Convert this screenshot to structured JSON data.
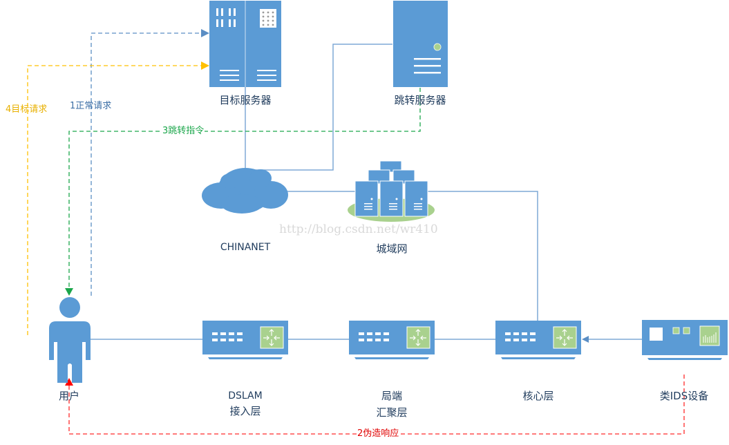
{
  "colors": {
    "device": "#5b9bd5",
    "device_accent": "#a9d18e",
    "link": "#7fa9d6",
    "flow_normal": "#5b8ec4",
    "flow_target": "#ffc000",
    "flow_redirect": "#1aa64a",
    "flow_forged": "#ff2a2a",
    "label_text": "#1f3b5c"
  },
  "nodes": {
    "target_server": {
      "label": "目标服务器",
      "icon": "rack-server-icon"
    },
    "redirect_server": {
      "label": "跳转服务器",
      "icon": "tower-server-icon"
    },
    "chinanet": {
      "label": "CHINANET",
      "icon": "cloud-icon"
    },
    "metro_network": {
      "label": "城域网",
      "icon": "server-cluster-icon"
    },
    "user": {
      "label": "用户",
      "icon": "person-icon"
    },
    "dslam": {
      "label_line1": "DSLAM",
      "label_line2": "接入层",
      "icon": "switch-icon"
    },
    "aggregation": {
      "label_line1": "局端",
      "label_line2": "汇聚层",
      "icon": "switch-icon"
    },
    "core": {
      "label": "核心层",
      "icon": "switch-icon"
    },
    "ids": {
      "label": "类IDS设备",
      "icon": "ids-appliance-icon"
    }
  },
  "flows": {
    "normal_request": {
      "label": "1正常请求"
    },
    "forged_response": {
      "label": "2伪造响应"
    },
    "redirect_command": {
      "label": "3跳转指令"
    },
    "target_request": {
      "label": "4目标请求"
    }
  },
  "watermark": "http://blog.csdn.net/wr410"
}
